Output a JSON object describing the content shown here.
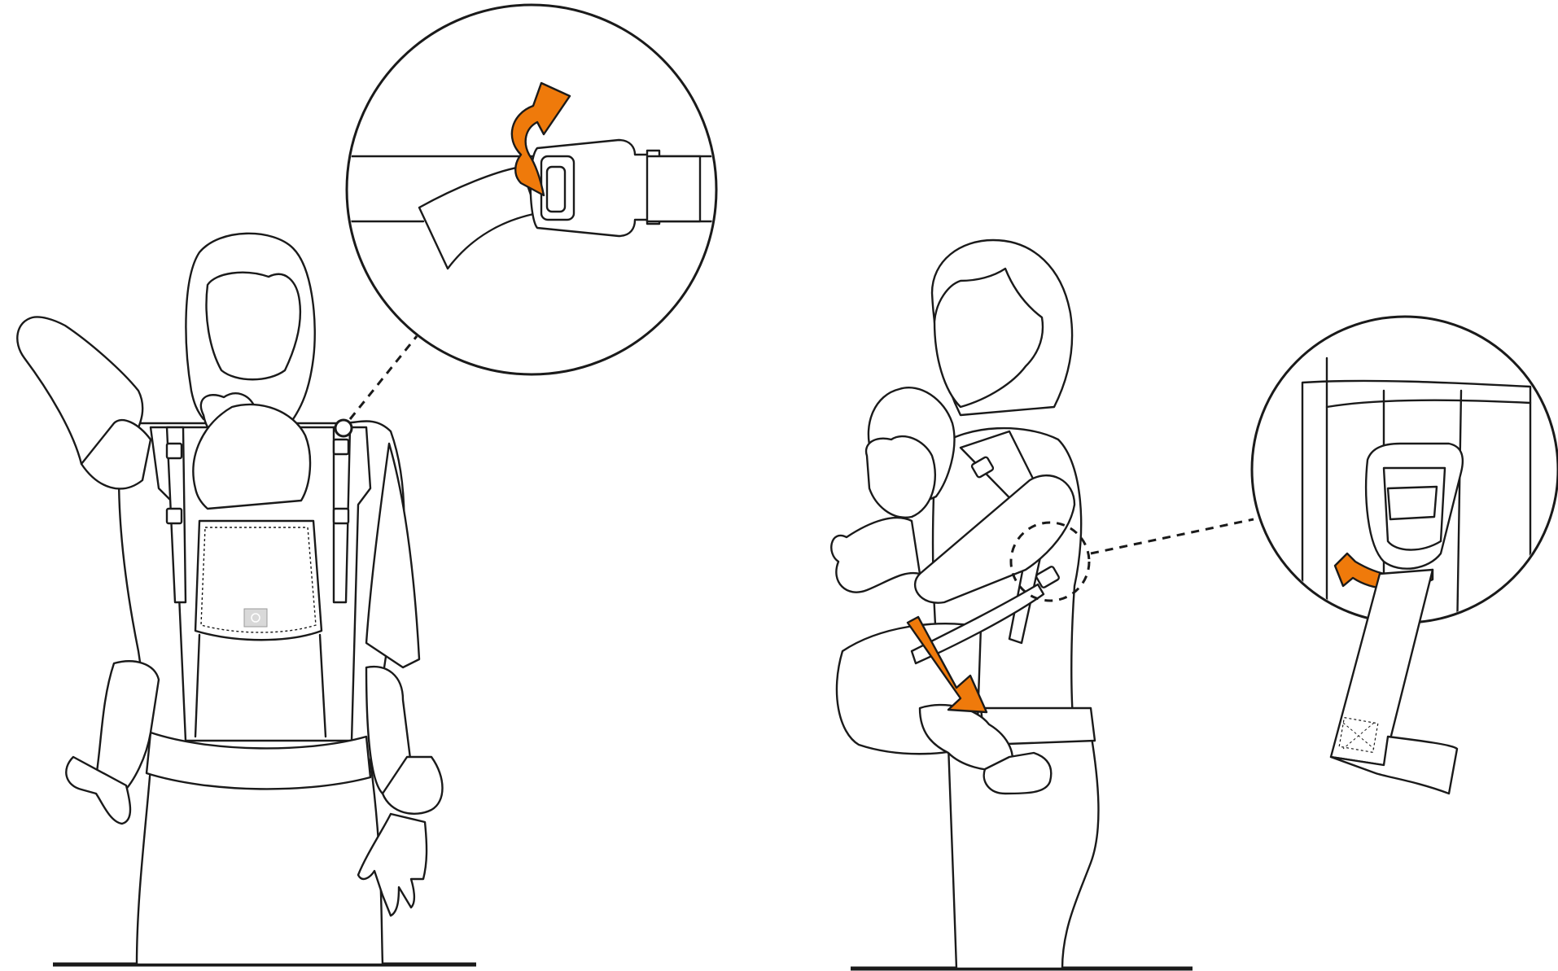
{
  "figure": {
    "panels": [
      {
        "id": "back-carry-fastening",
        "detail": "chest-strap-buckle",
        "arrow_direction": "up"
      },
      {
        "id": "front-carry-adjusting",
        "detail": "shoulder-strap-adjuster",
        "arrow_direction": "down"
      }
    ]
  },
  "colors": {
    "line": "#1a1a1a",
    "background": "#ffffff",
    "accent_arrow": "#ef7a0b",
    "logo_patch": "#d9d9d9"
  },
  "icons": {
    "logo": "brand-logo-patch-icon",
    "arrow_up": "curved-orange-arrow-icon",
    "arrow_down": "orange-down-arrow-icon"
  }
}
